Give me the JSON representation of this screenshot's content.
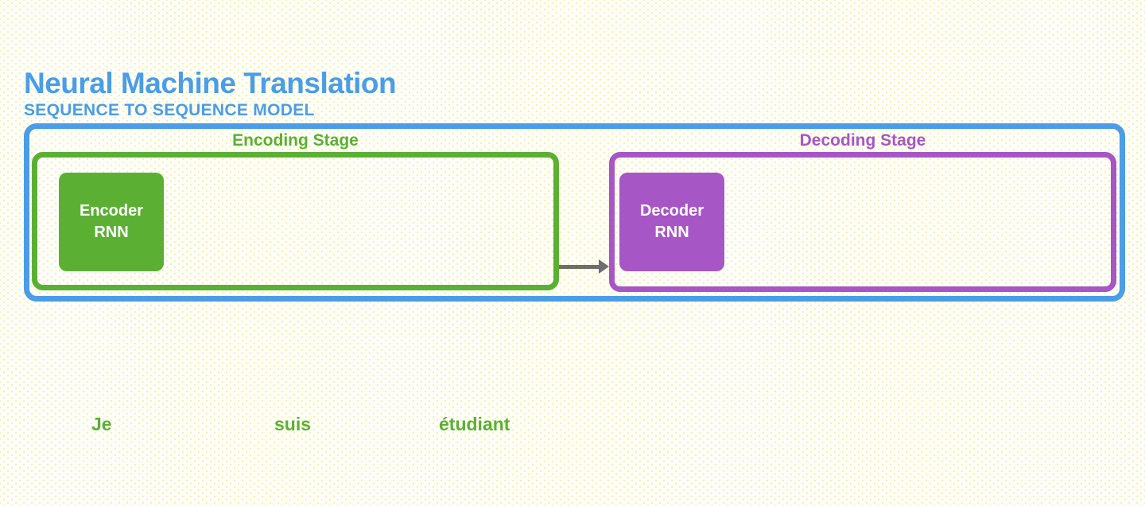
{
  "header": {
    "title": "Neural Machine Translation",
    "subtitle": "SEQUENCE TO SEQUENCE MODEL"
  },
  "diagram": {
    "encoding_stage": {
      "label": "Encoding Stage",
      "block": {
        "line1": "Encoder",
        "line2": "RNN"
      }
    },
    "decoding_stage": {
      "label": "Decoding Stage",
      "block": {
        "line1": "Decoder",
        "line2": "RNN"
      }
    },
    "arrow": "encoder-to-decoder"
  },
  "input_words": [
    "Je",
    "suis",
    "étudiant"
  ],
  "colors": {
    "accent_blue": "#4a9de6",
    "stage_green": "#5bb034",
    "stage_purple": "#a756c5",
    "arrow_gray": "#6e6e6e",
    "background_dot_yellow": "#f6f2a6"
  }
}
